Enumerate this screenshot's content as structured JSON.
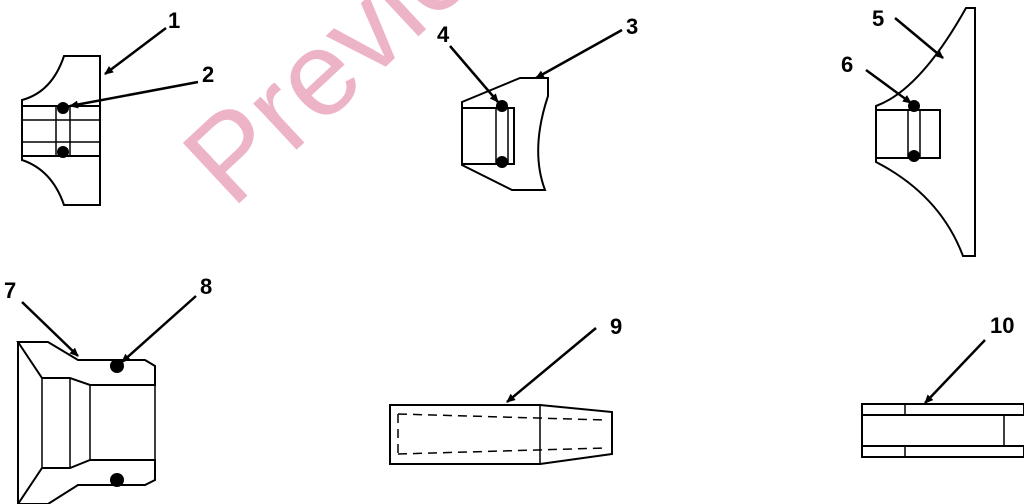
{
  "watermark": "Preview",
  "callouts": [
    "1",
    "2",
    "3",
    "4",
    "5",
    "6",
    "7",
    "8",
    "9",
    "10"
  ]
}
